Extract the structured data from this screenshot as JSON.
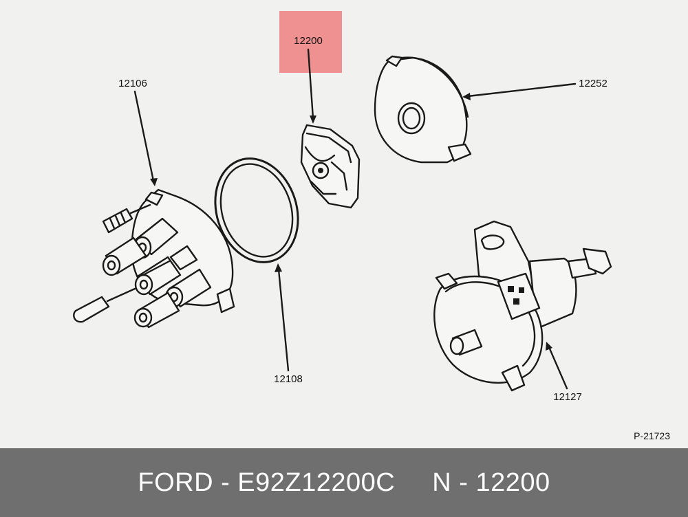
{
  "diagram": {
    "highlight_color": "#f08080",
    "callouts": {
      "rotor": "12200",
      "shield": "12252",
      "cap": "12106",
      "gasket": "12108",
      "housing": "12127"
    },
    "figure_code": "P-21723"
  },
  "footer": {
    "brand_part": "FORD - E92Z12200C",
    "ref": "N - 12200"
  }
}
